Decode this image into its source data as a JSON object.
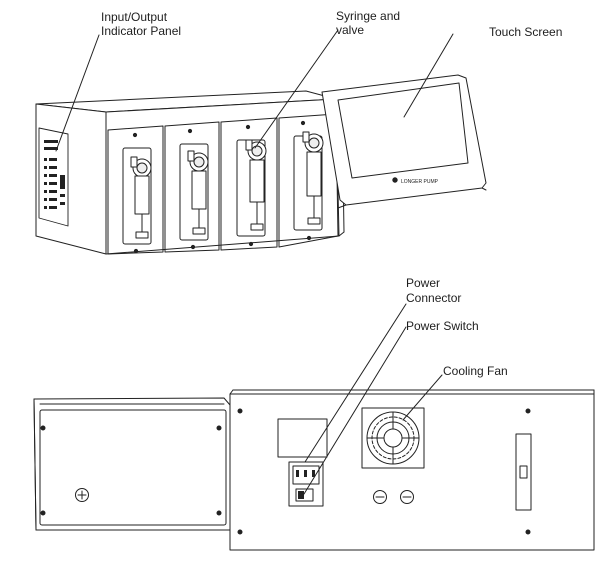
{
  "labels": {
    "indicator_panel_line1": "Input/Output",
    "indicator_panel_line2": "Indicator Panel",
    "syringe_line1": "Syringe and",
    "syringe_line2": "valve",
    "touch_screen": "Touch Screen",
    "power_connector_line1": "Power",
    "power_connector_line2": "Connector",
    "power_switch": "Power Switch",
    "cooling_fan": "Cooling Fan"
  },
  "device": {
    "channel_count": 4,
    "screen_logo": "LONGER PUMP"
  },
  "colors": {
    "line": "#222222",
    "fill": "#ffffff",
    "shade": "#d8d8d8"
  }
}
